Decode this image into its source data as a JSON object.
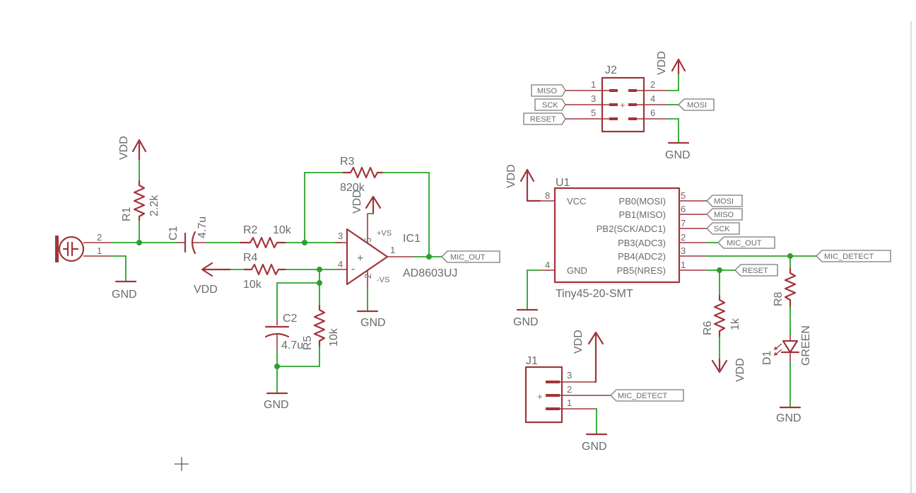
{
  "components": {
    "r1": {
      "ref": "R1",
      "value": "2.2k"
    },
    "r2": {
      "ref": "R2",
      "value": "10k"
    },
    "r3": {
      "ref": "R3",
      "value": "820k"
    },
    "r4": {
      "ref": "R4",
      "value": "10k"
    },
    "r5": {
      "ref": "R5",
      "value": "10k"
    },
    "r6": {
      "ref": "R6",
      "value": "1k"
    },
    "r8": {
      "ref": "R8"
    },
    "c1": {
      "ref": "C1",
      "value": "4.7u"
    },
    "c2": {
      "ref": "C2",
      "value": "4.7u"
    },
    "d1": {
      "ref": "D1",
      "value": "GREEN"
    },
    "ic1": {
      "ref": "IC1",
      "value": "AD8603UJ",
      "pin_vs_pos": "+VS",
      "pin_vs_neg": "-VS"
    },
    "u1": {
      "ref": "U1",
      "value": "Tiny45-20-SMT",
      "pins": {
        "vcc": "VCC",
        "gnd": "GND",
        "pb0": "PB0(MOSI)",
        "pb1": "PB1(MISO)",
        "pb2": "PB2(SCK/ADC1)",
        "pb3": "PB3(ADC3)",
        "pb4": "PB4(ADC2)",
        "pb5": "PB5(NRES)"
      }
    },
    "j1": {
      "ref": "J1"
    },
    "j2": {
      "ref": "J2"
    }
  },
  "power": {
    "vdd": "VDD",
    "gnd": "GND"
  },
  "nets": {
    "mic_out": "MIC_OUT",
    "mic_detect": "MIC_DETECT",
    "miso": "MISO",
    "mosi": "MOSI",
    "sck": "SCK",
    "reset": "RESET"
  },
  "pin_numbers": {
    "one": "1",
    "two": "2",
    "three": "3",
    "four": "4",
    "five": "5",
    "six": "6",
    "seven": "7",
    "eight": "8"
  },
  "colors": {
    "component": "#a0353a",
    "wire": "#2aa22a",
    "text": "#6b6b6b"
  }
}
